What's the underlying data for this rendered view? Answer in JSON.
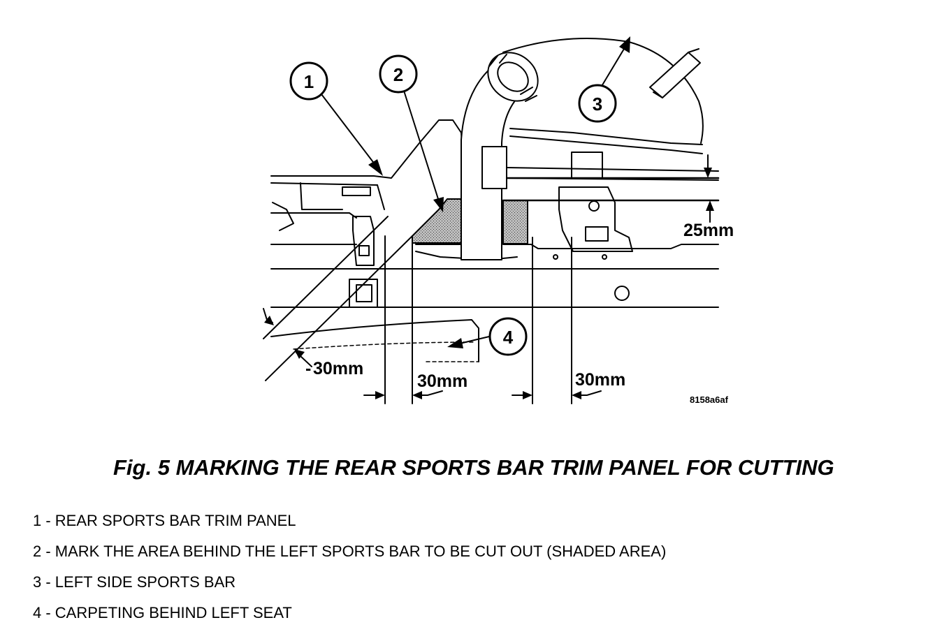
{
  "figure": {
    "code": "8158a6af",
    "callouts": [
      "1",
      "2",
      "3",
      "4"
    ],
    "dimensions": {
      "vertical_25": "25mm",
      "left_diagonal_30": "30mm",
      "center_30": "30mm",
      "right_30": "30mm"
    }
  },
  "caption": "Fig. 5 MARKING THE REAR SPORTS BAR TRIM PANEL FOR CUTTING",
  "legend": [
    "1 - REAR SPORTS BAR TRIM PANEL",
    "2 - MARK THE AREA BEHIND THE LEFT SPORTS BAR TO BE CUT OUT (SHADED AREA)",
    "3 - LEFT SIDE SPORTS BAR",
    "4 - CARPETING BEHIND LEFT SEAT"
  ]
}
